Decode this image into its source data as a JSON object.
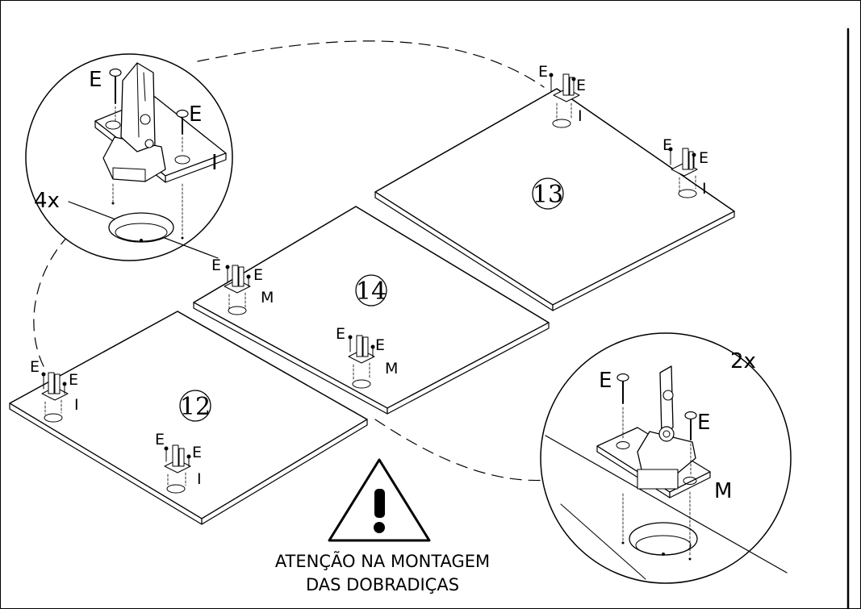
{
  "panels": [
    {
      "number": "13"
    },
    {
      "number": "14"
    },
    {
      "number": "12"
    }
  ],
  "callouts": {
    "top_left": {
      "count": "4x",
      "screw_label": "E",
      "hinge_label": "I"
    },
    "bottom_right": {
      "count": "2x",
      "screw_label": "E",
      "hinge_label": "M"
    }
  },
  "small_labels": {
    "screw": "E",
    "inner": "I",
    "middle": "M"
  },
  "warning": {
    "icon": "warning-triangle-icon",
    "line1": "ATENÇÃO NA MONTAGEM",
    "line2": "DAS DOBRADIÇAS"
  }
}
